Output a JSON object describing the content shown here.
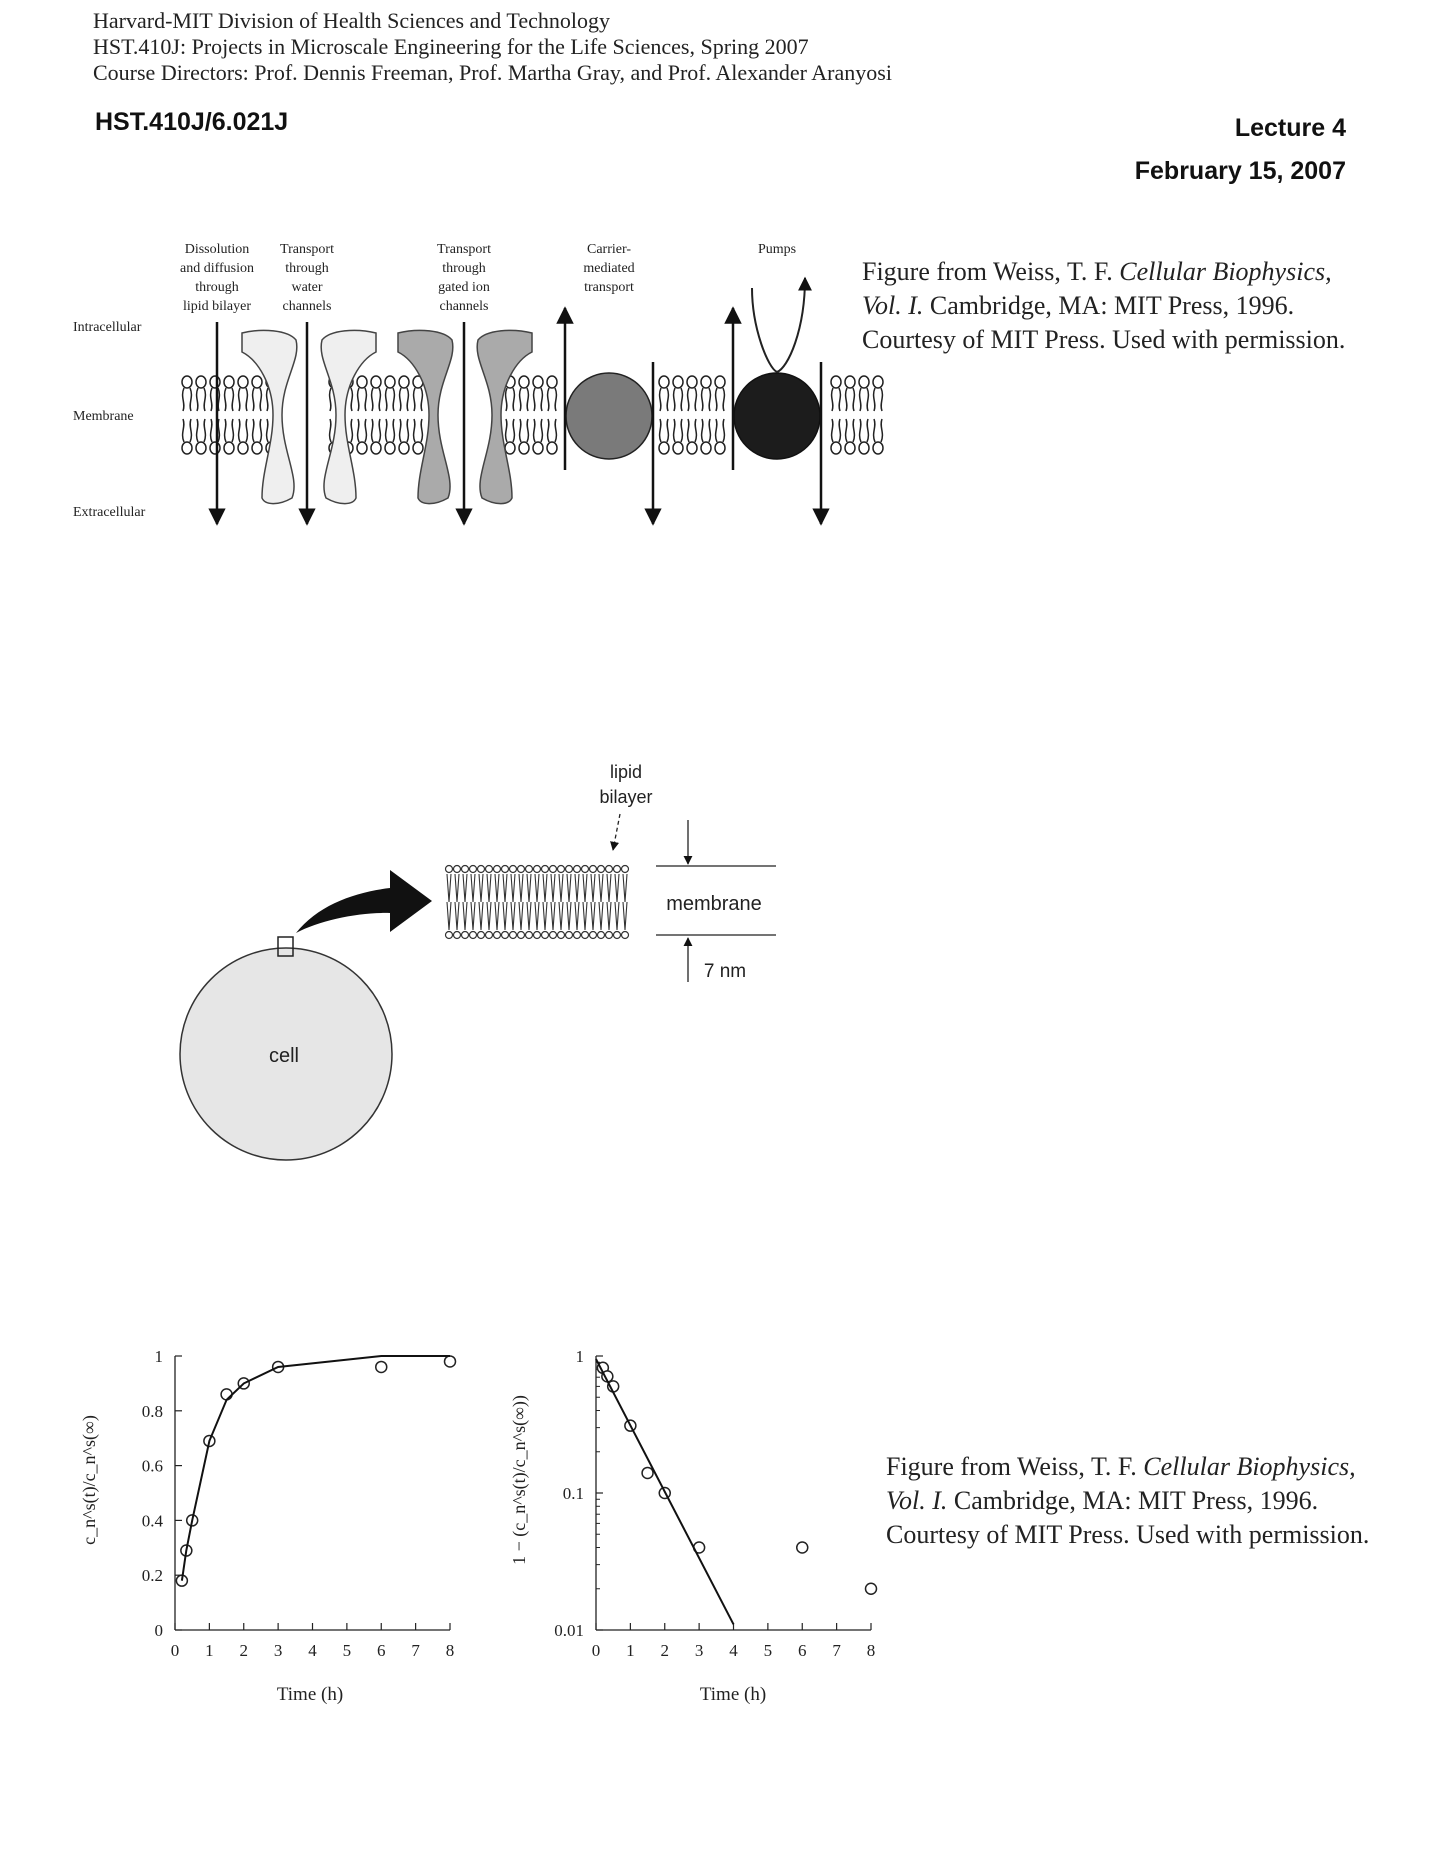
{
  "header": {
    "lines": [
      "Harvard-MIT Division of Health Sciences and Technology",
      "HST.410J: Projects in Microscale Engineering for the Life Sciences, Spring 2007",
      "Course Directors: Prof. Dennis Freeman, Prof. Martha Gray, and Prof. Alexander Aranyosi"
    ],
    "course_code": "HST.410J/6.021J",
    "lecture": "Lecture 4",
    "date": "February 15, 2007"
  },
  "figure1": {
    "region_labels": [
      "Intracellular",
      "Membrane",
      "Extracellular"
    ],
    "column_labels": [
      [
        "Dissolution",
        "and diffusion",
        "through",
        "lipid bilayer"
      ],
      [
        "Transport",
        "through",
        "water",
        "channels"
      ],
      [
        "Transport",
        "through",
        "gated ion",
        "channels"
      ],
      [
        "Carrier-",
        "mediated",
        "transport"
      ],
      [
        "Pumps"
      ]
    ],
    "credit": {
      "prefix": "Figure from Weiss, T. F. ",
      "title_a": "Cellular Biophysics,",
      "title_b": "Vol. I.",
      "rest": " Cambridge, MA:  MIT Press, 1996.",
      "line3": "Courtesy of MIT Press. Used with permission."
    }
  },
  "figure2": {
    "lipid_label_1": "lipid",
    "lipid_label_2": "bilayer",
    "membrane_label": "membrane",
    "thickness_label": "7 nm",
    "cell_label": "cell"
  },
  "figure3": {
    "credit": {
      "prefix": "Figure from Weiss, T. F. ",
      "title_a": "Cellular Biophysics,",
      "title_b": "Vol. I.",
      "rest": " Cambridge, MA:  MIT Press, 1996.",
      "line3": "Courtesy of MIT Press. Used with permission."
    }
  },
  "chart_data": [
    {
      "type": "scatter",
      "title": "",
      "xlabel": "Time (h)",
      "ylabel": "c_n^s(t)/c_n^s(∞)",
      "xlim": [
        0,
        8
      ],
      "ylim": [
        0,
        1
      ],
      "xticks": [
        "0",
        "1",
        "2",
        "3",
        "4",
        "5",
        "6",
        "7",
        "8"
      ],
      "yticks": [
        "0",
        "0.2",
        "0.4",
        "0.6",
        "0.8",
        "1"
      ],
      "series": [
        {
          "kind": "points",
          "x": [
            0.2,
            0.33,
            0.5,
            1.0,
            1.5,
            2.0,
            3.0,
            6.0,
            8.0
          ],
          "y": [
            0.18,
            0.29,
            0.4,
            0.69,
            0.86,
            0.9,
            0.96,
            0.96,
            0.98
          ]
        },
        {
          "kind": "fitted-line",
          "x": [
            0.2,
            0.33,
            0.5,
            1.0,
            1.5,
            2.0,
            3.0,
            6.0,
            8.0
          ],
          "y": [
            0.18,
            0.29,
            0.4,
            0.69,
            0.84,
            0.9,
            0.96,
            1.0,
            1.0
          ]
        }
      ],
      "grid": false
    },
    {
      "type": "scatter",
      "title": "",
      "xlabel": "Time (h)",
      "ylabel": "1 − (c_n^s(t)/c_n^s(∞))",
      "xlim": [
        0,
        8
      ],
      "ylim": [
        0.01,
        1
      ],
      "yscale": "log",
      "xticks": [
        "0",
        "1",
        "2",
        "3",
        "4",
        "5",
        "6",
        "7",
        "8"
      ],
      "yticks": [
        "0.01",
        "0.1",
        "1"
      ],
      "series": [
        {
          "kind": "points",
          "x": [
            0.2,
            0.33,
            0.5,
            1.0,
            1.5,
            2.0,
            3.0,
            6.0,
            8.0
          ],
          "y": [
            0.82,
            0.71,
            0.6,
            0.31,
            0.14,
            0.1,
            0.04,
            0.04,
            0.02
          ]
        },
        {
          "kind": "fitted-line",
          "x": [
            0.0,
            4.0
          ],
          "y": [
            0.95,
            0.011
          ]
        }
      ],
      "grid": false
    }
  ]
}
